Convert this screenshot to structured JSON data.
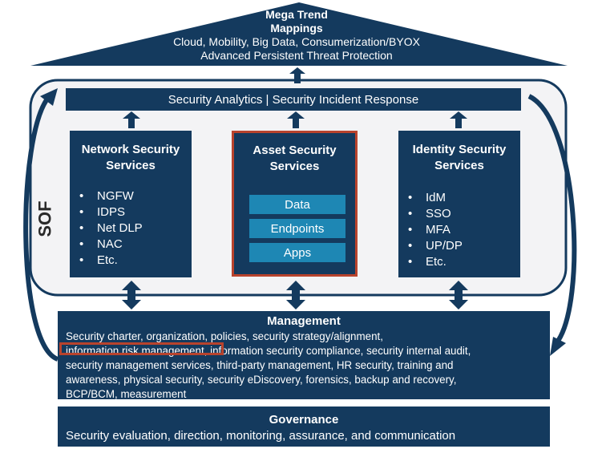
{
  "roof": {
    "title_line1": "Mega Trend",
    "title_line2": "Mappings",
    "sub_line1": "Cloud, Mobility, Big Data, Consumerization/BYOX",
    "sub_line2": "Advanced Persistent Threat Protection"
  },
  "analytics_bar": "Security Analytics | Security Incident Response",
  "sof_label": "SOF",
  "network": {
    "title_line1": "Network Security",
    "title_line2": "Services",
    "items": [
      "NGFW",
      "IDPS",
      "Net DLP",
      "NAC",
      "Etc."
    ]
  },
  "asset": {
    "title_line1": "Asset Security",
    "title_line2": "Services",
    "items": [
      "Data",
      "Endpoints",
      "Apps"
    ]
  },
  "identity": {
    "title_line1": "Identity Security",
    "title_line2": "Services",
    "items": [
      "IdM",
      "SSO",
      "MFA",
      "UP/DP",
      "Etc."
    ]
  },
  "management": {
    "title": "Management",
    "body": "Security charter, organization, policies, security strategy/alignment,\ninformation risk management, information security compliance, security internal audit,\nsecurity management services, third-party management, HR security, training and\nawareness, physical security, security eDiscovery, forensics, backup and recovery,\nBCP/BCM, measurement"
  },
  "governance": {
    "title": "Governance",
    "body": "Security evaluation, direction, monitoring, assurance, and communication"
  },
  "colors": {
    "navy": "#143a5e",
    "accent_blue": "#1e87b4",
    "highlight_red": "#b8432d"
  }
}
